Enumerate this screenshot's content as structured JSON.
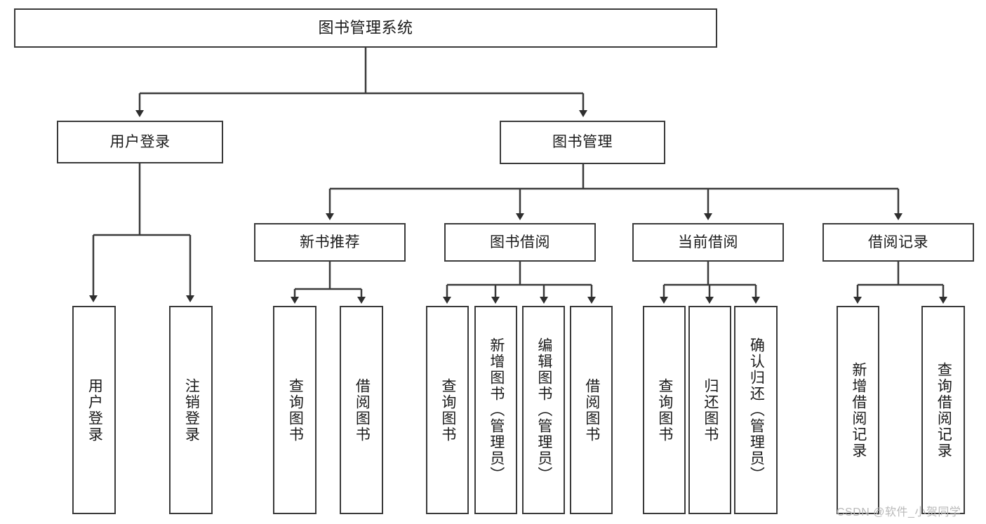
{
  "diagram": {
    "type": "tree",
    "title_node": {
      "label": "图书管理系统"
    },
    "level2": [
      {
        "label": "用户登录"
      },
      {
        "label": "图书管理"
      }
    ],
    "level3": [
      {
        "label": "新书推荐"
      },
      {
        "label": "图书借阅"
      },
      {
        "label": "当前借阅"
      },
      {
        "label": "借阅记录"
      }
    ],
    "leaves": {
      "user_login": [
        {
          "label": "用户登录"
        },
        {
          "label": "注销登录"
        }
      ],
      "new_book": [
        {
          "label": "查询图书"
        },
        {
          "label": "借阅图书"
        }
      ],
      "borrow": [
        {
          "label": "查询图书"
        },
        {
          "label": "新增图书（管理员）"
        },
        {
          "label": "编辑图书（管理员）"
        },
        {
          "label": "借阅图书"
        }
      ],
      "current": [
        {
          "label": "查询图书"
        },
        {
          "label": "归还图书"
        },
        {
          "label": "确认归还（管理员）"
        }
      ],
      "records": [
        {
          "label": "新增借阅记录"
        },
        {
          "label": "查询借阅记录"
        }
      ]
    }
  },
  "watermark": {
    "text": "CSDN @软件_小贺同学"
  },
  "colors": {
    "stroke": "#3a3a3a",
    "text": "#1a1a1a",
    "background": "#ffffff",
    "watermark": "#b9b9b9"
  }
}
